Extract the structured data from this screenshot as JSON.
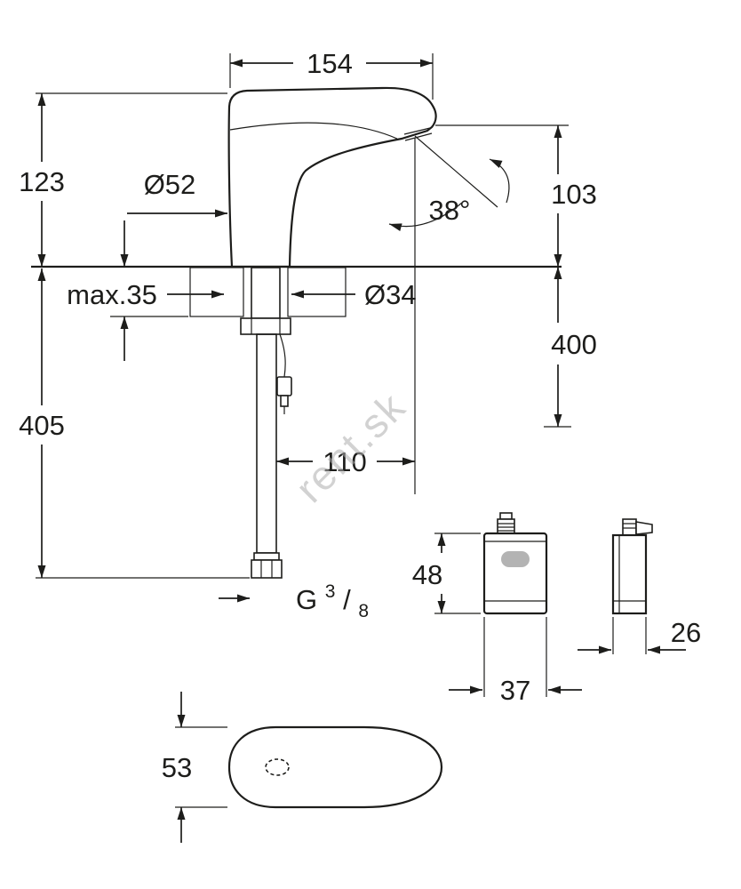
{
  "watermark": "rent.sk",
  "colors": {
    "line": "#1d1d1b",
    "watermark": "#aeaeae",
    "logo_badge": "#b3b3b3"
  },
  "dims": {
    "spout_width": "154",
    "height_above_counter": "123",
    "base_diameter": "Ø52",
    "spray_angle": "38°",
    "outlet_height": "103",
    "max_counter_thickness": "max.35",
    "hole_diameter": "Ø34",
    "length_below_right": "400",
    "length_below_left": "405",
    "outlet_projection": "110",
    "thread": {
      "g": "G",
      "sup": "3",
      "slash": "/",
      "sub": "8"
    },
    "box_height": "48",
    "box_width": "37",
    "box_depth": "26",
    "body_plan_width": "53"
  }
}
